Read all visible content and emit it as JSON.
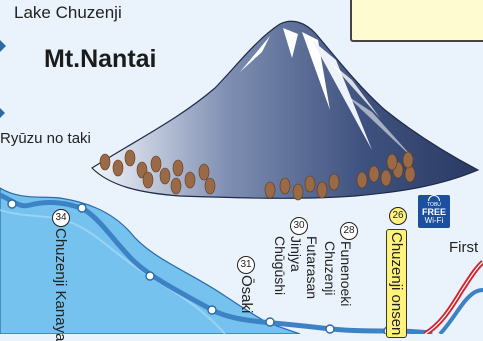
{
  "map": {
    "lake_label": "Lake Chuzenji",
    "mountain_label": "Mt.Nantai",
    "waterfall_label": "Ryūzu no taki",
    "stops": [
      {
        "number": "34",
        "name": "Chuzenji Kanaya",
        "highlighted": false
      },
      {
        "number": "31",
        "name": "Ōsaki",
        "highlighted": false
      },
      {
        "number": "30",
        "name": "Futarasan Jinjya Chūgūshi",
        "highlighted": false
      },
      {
        "number": "28",
        "name": "Funenoeki Chuzenji",
        "highlighted": false
      },
      {
        "number": "26",
        "name": "Chuzenji onsen",
        "highlighted": true
      }
    ],
    "partial_label": "First In",
    "wifi_badge": {
      "small": "TOBU",
      "big": "FREE",
      "sub": "Wi-Fi"
    },
    "colors": {
      "lake": "#75c2ee",
      "bus_route": "#3d82c5",
      "rail_red": "#d4252e",
      "mountain": "#4b5d8a",
      "wifi_badge": "#1d4fa0",
      "highlight": "#fff27a"
    }
  }
}
